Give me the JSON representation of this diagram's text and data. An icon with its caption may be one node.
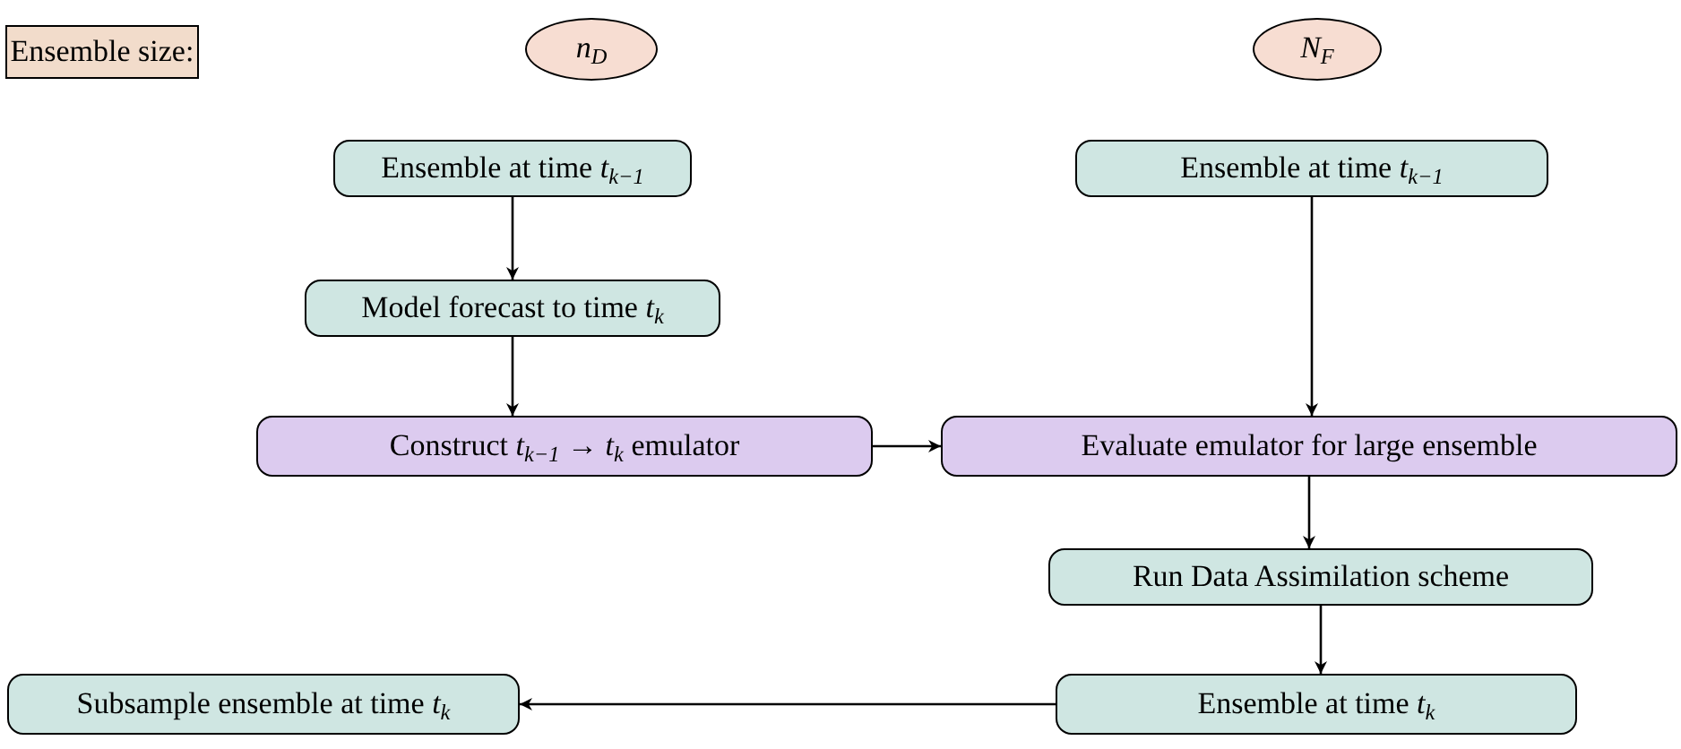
{
  "diagram": {
    "nodes": [
      {
        "text": [
          "Ensemble size:"
        ]
      },
      {
        "text": [
          "*n*$_{D}$"
        ]
      },
      {
        "text": [
          "*N*$_{F}$"
        ]
      },
      {
        "text": [
          "Ensemble at time *t*$_{k−1}$"
        ]
      },
      {
        "text": [
          "Ensemble at time *t*$_{k−1}$"
        ]
      },
      {
        "text": [
          "Model forecast to time *t*$_{k}$"
        ]
      },
      {
        "text": [
          "Construct *t*$_{k−1}$ → *t*$_{k}$ emulator"
        ]
      },
      {
        "text": [
          "Evaluate emulator for large ensemble"
        ]
      },
      {
        "text": [
          "Run Data Assimilation scheme"
        ]
      },
      {
        "text": [
          "Subsample ensemble at time *t*$_{k}$"
        ]
      },
      {
        "text": [
          "Ensemble at time *t*$_{k}$"
        ]
      }
    ],
    "edges": [
      {
        "from": 3,
        "to": 5,
        "arrow": "to"
      },
      {
        "from": 5,
        "to": 6,
        "arrow": "to"
      },
      {
        "from": 6,
        "to": 7,
        "arrow": "to"
      },
      {
        "from": 4,
        "to": 7,
        "arrow": "to"
      },
      {
        "from": 7,
        "to": 8,
        "arrow": "to"
      },
      {
        "from": 8,
        "to": 10,
        "arrow": "to"
      },
      {
        "from": 10,
        "to": 9,
        "arrow": "to"
      }
    ]
  }
}
